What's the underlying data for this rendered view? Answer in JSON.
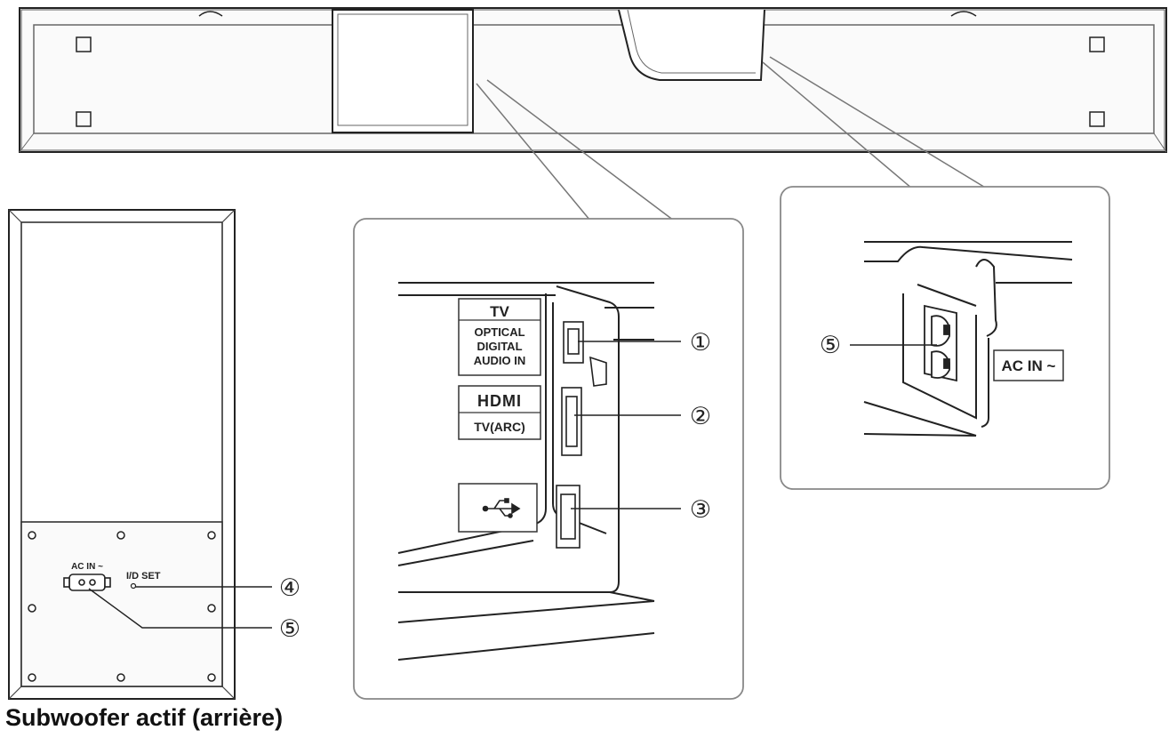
{
  "callouts": {
    "c1": "①",
    "c2": "②",
    "c3": "③",
    "c4": "④",
    "c5_main": "⑤",
    "c5_sub": "⑤"
  },
  "port_labels": {
    "tv": "TV",
    "optical_1": "OPTICAL",
    "optical_2": "DIGITAL",
    "optical_3": "AUDIO IN",
    "hdmi": "HDMI",
    "tv_arc": "TV(ARC)",
    "ac_in_main": "AC IN ~"
  },
  "subwoofer_labels": {
    "ac_in": "AC IN ~",
    "id_set": "I/D SET"
  },
  "caption": "Subwoofer actif (arrière)"
}
